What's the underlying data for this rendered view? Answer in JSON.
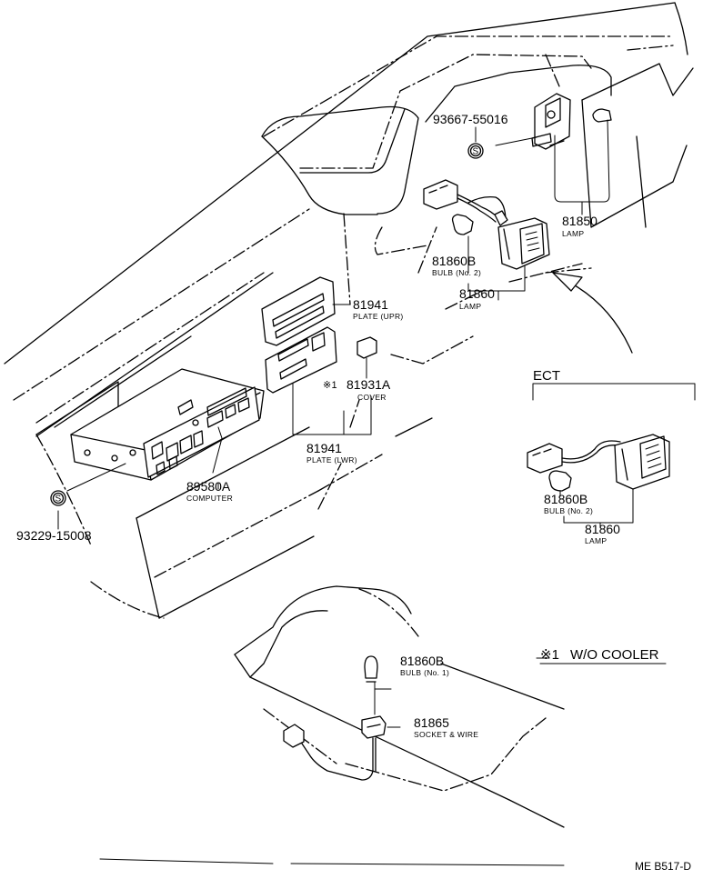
{
  "callouts": {
    "screw_top": {
      "part_no": "93667-55016",
      "symbol": "S"
    },
    "lamp_81850": {
      "part_no": "81850",
      "name": "LAMP"
    },
    "bulb_upper": {
      "part_no": "81860B",
      "name": "BULB (No. 2)"
    },
    "lamp_81860": {
      "part_no": "81860",
      "name": "LAMP"
    },
    "plate_upr": {
      "part_no": "81941",
      "name": "PLATE (UPR)"
    },
    "cover": {
      "part_no": "81931A",
      "name": "COVER",
      "mark": "※1"
    },
    "plate_lwr": {
      "part_no": "81941",
      "name": "PLATE (LWR)"
    },
    "computer": {
      "part_no": "89580A",
      "name": "COMPUTER"
    },
    "screw_left": {
      "part_no": "93229-15008",
      "symbol": "S"
    },
    "bulb_lower": {
      "part_no": "81860B",
      "name": "BULB (No. 1)"
    },
    "socket": {
      "part_no": "81865",
      "name": "SOCKET & WIRE"
    }
  },
  "ect_box": {
    "title": "ECT",
    "bulb": {
      "part_no": "81860B",
      "name": "BULB (No. 2)"
    },
    "lamp": {
      "part_no": "81860",
      "name": "LAMP"
    }
  },
  "footnote": {
    "mark": "※1",
    "text": "W/O COOLER"
  },
  "drawing_code": "ME B517-D"
}
